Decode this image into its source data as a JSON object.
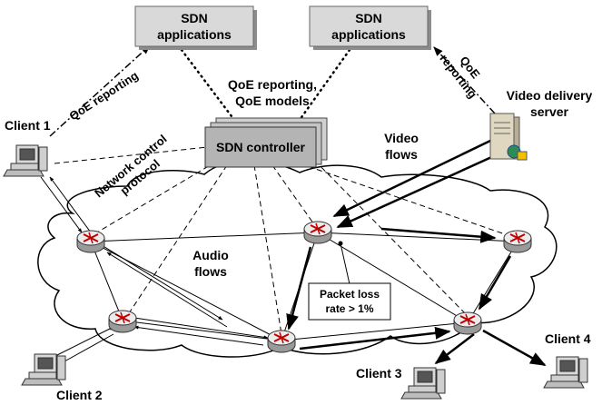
{
  "boxes": {
    "sdn_app_left": [
      "SDN",
      "applications"
    ],
    "sdn_app_right": [
      "SDN",
      "applications"
    ],
    "sdn_controller": "SDN controller",
    "packet_loss": [
      "Packet loss",
      "rate > 1%"
    ]
  },
  "labels": {
    "qoe_reporting_left": "QoE reporting",
    "qoe_reporting_center": [
      "QoE reporting,",
      "QoE models"
    ],
    "qoe_reporting_right": [
      "QoE",
      "reporting"
    ],
    "video_delivery_server": [
      "Video delivery",
      "server"
    ],
    "video_flows": [
      "Video",
      "flows"
    ],
    "network_control_protocol": [
      "Network control",
      "protocol"
    ],
    "audio_flows": [
      "Audio",
      "flows"
    ]
  },
  "clients": {
    "client1": "Client 1",
    "client2": "Client 2",
    "client3": "Client 3",
    "client4": "Client 4"
  },
  "icons": [
    "router-icon",
    "client-computer-icon",
    "server-icon",
    "cloud-shape"
  ]
}
